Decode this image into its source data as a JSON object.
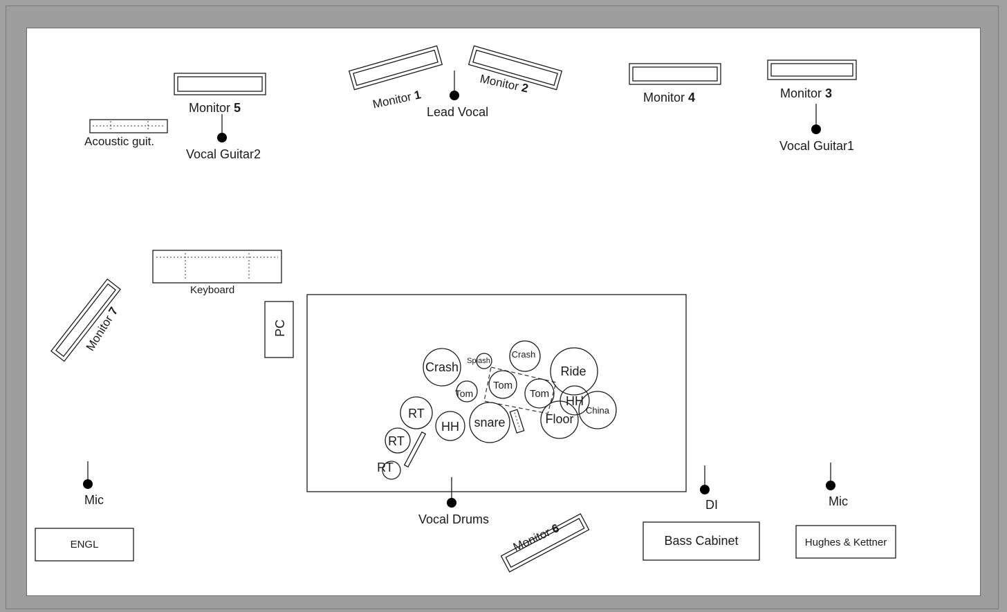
{
  "monitors": {
    "m1": {
      "prefix": "Monitor ",
      "num": "1"
    },
    "m2": {
      "prefix": "Monitor ",
      "num": "2"
    },
    "m3": {
      "prefix": "Monitor ",
      "num": "3"
    },
    "m4": {
      "prefix": "Monitor ",
      "num": "4"
    },
    "m5": {
      "prefix": "Monitor ",
      "num": "5"
    },
    "m6": {
      "prefix": "Monitor ",
      "num": "6"
    },
    "m7": {
      "prefix": "Monitor ",
      "num": "7"
    }
  },
  "mics": {
    "lead_vocal": "Lead Vocal",
    "vocal_guitar1": "Vocal Guitar1",
    "vocal_guitar2": "Vocal Guitar2",
    "vocal_drums": "Vocal Drums",
    "mic_left": "Mic",
    "mic_right": "Mic",
    "di": "DI"
  },
  "instruments": {
    "acoustic": "Acoustic guit.",
    "keyboard": "Keyboard",
    "pc": "PC"
  },
  "amps": {
    "engl": "ENGL",
    "bass": "Bass Cabinet",
    "hughes": "Hughes & Kettner"
  },
  "drums": {
    "crash_left": "Crash",
    "splash": "Splash",
    "crash_mid": "Crash",
    "ride": "Ride",
    "tom_small": "Tom",
    "tom_1": "Tom",
    "tom_2": "Tom",
    "hh_right": "HH",
    "china": "China",
    "rt_1": "RT",
    "rt_2": "RT",
    "rt_3": "RT",
    "hh_left": "HH",
    "snare": "snare",
    "floor": "Floor"
  }
}
